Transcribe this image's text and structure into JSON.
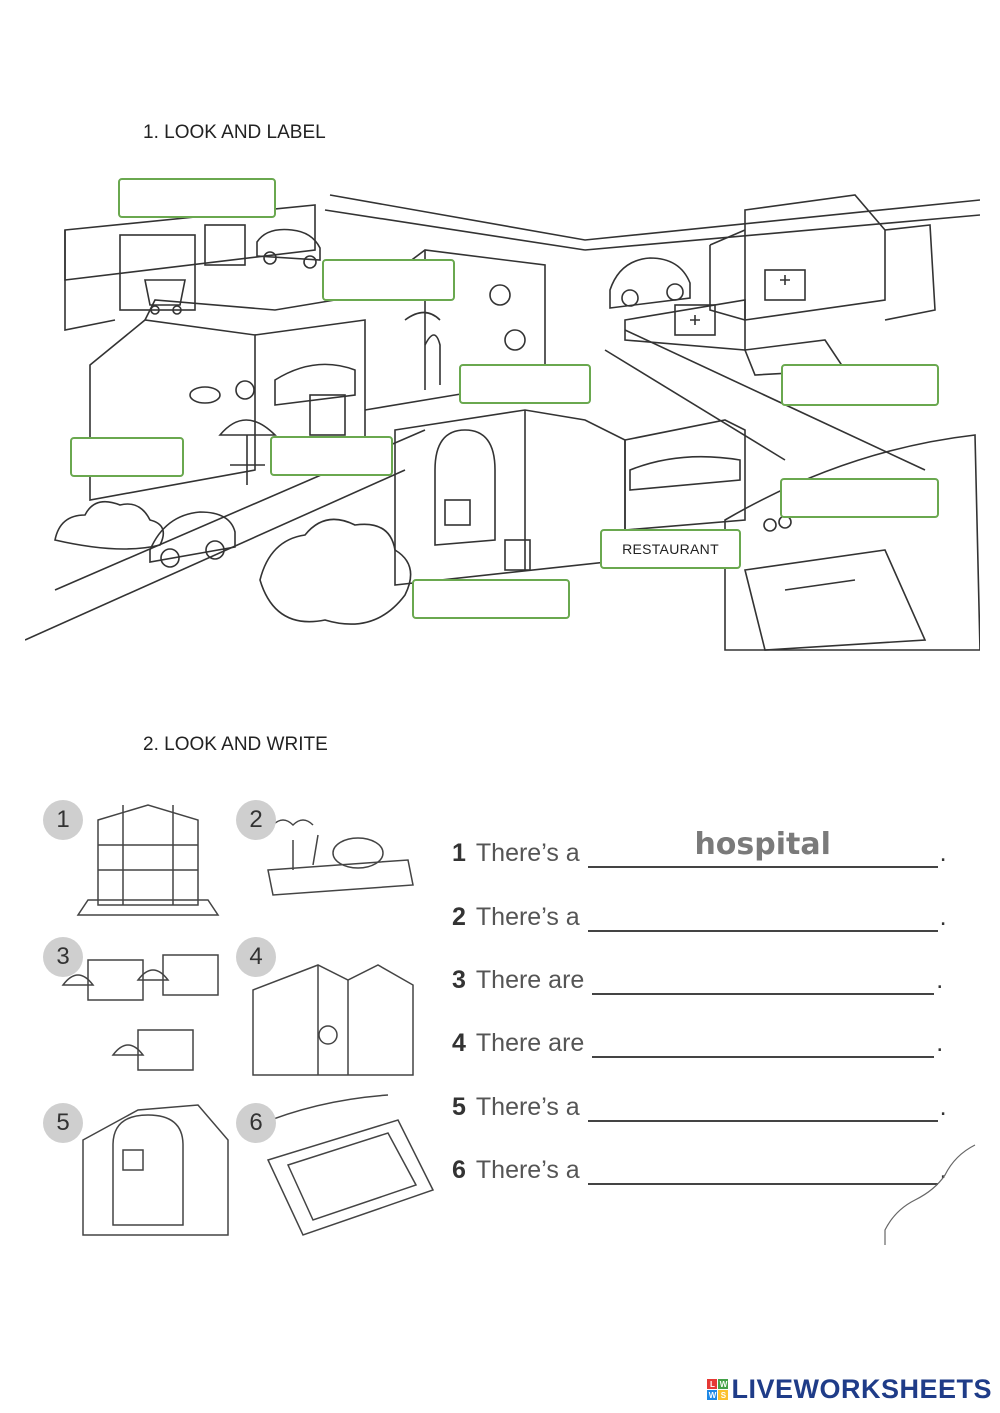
{
  "section1": {
    "heading": "1. LOOK AND LABEL",
    "label_boxes": [
      "",
      "",
      "",
      "",
      "",
      "",
      "",
      "RESTAURANT",
      ""
    ]
  },
  "section2": {
    "heading": "2. LOOK AND WRITE",
    "thumb_numbers": [
      "1",
      "2",
      "3",
      "4",
      "5",
      "6"
    ],
    "sentences": [
      {
        "num": "1",
        "text": "There’s a",
        "answer": "hospital"
      },
      {
        "num": "2",
        "text": "There’s a",
        "answer": ""
      },
      {
        "num": "3",
        "text": "There are",
        "answer": ""
      },
      {
        "num": "4",
        "text": "There are",
        "answer": ""
      },
      {
        "num": "5",
        "text": "There’s a",
        "answer": ""
      },
      {
        "num": "6",
        "text": "There’s a",
        "answer": ""
      }
    ],
    "end_mark": "."
  },
  "branding": {
    "logo_text": "LIVEWORKSHEETS",
    "logo_letters": [
      "L",
      "W",
      "W",
      "S"
    ],
    "logo_colors": [
      "#e53935",
      "#43a047",
      "#1e88e5",
      "#fbc02d"
    ]
  }
}
